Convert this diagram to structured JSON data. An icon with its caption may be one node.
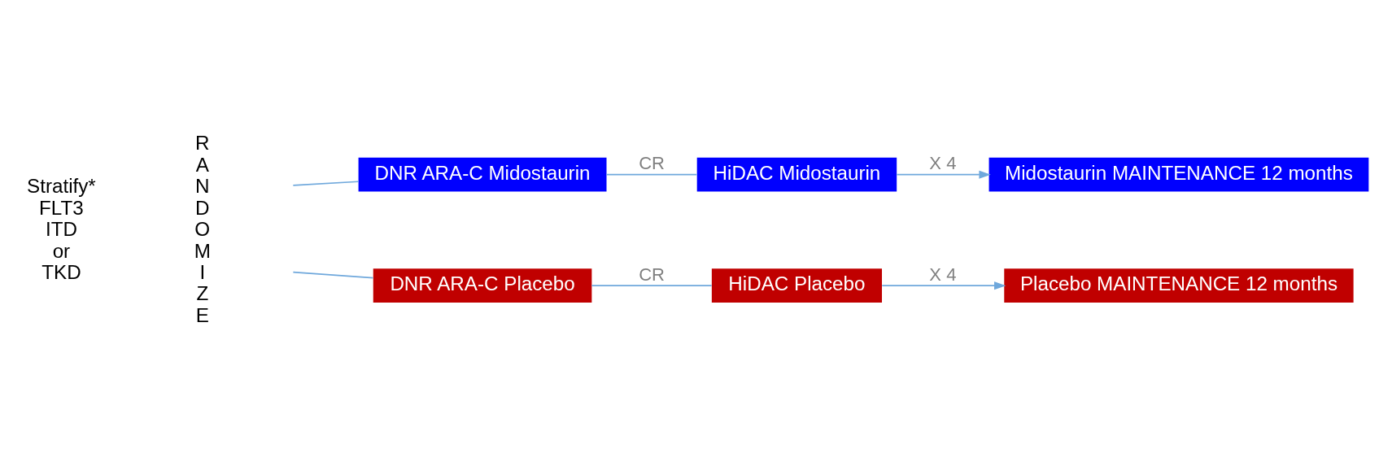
{
  "diagram": {
    "nodes": [
      {
        "text": [
          "DNR ARA-C Midostaurin"
        ]
      },
      {
        "text": [
          "HiDAC Midostaurin"
        ]
      },
      {
        "text": [
          "Midostaurin MAINTENANCE 12 months"
        ]
      },
      {
        "text": [
          "DNR ARA-C Placebo"
        ]
      },
      {
        "text": [
          "HiDAC Placebo"
        ]
      },
      {
        "text": [
          "Placebo MAINTENANCE 12 months"
        ]
      }
    ],
    "edges": [
      {
        "from": null,
        "to": 0,
        "arrow": "none"
      },
      {
        "from": 0,
        "to": 1,
        "arrow": "none",
        "label": "CR"
      },
      {
        "from": 1,
        "to": 2,
        "arrow": "to",
        "label": "X 4"
      },
      {
        "from": null,
        "to": 3,
        "arrow": "none"
      },
      {
        "from": 3,
        "to": 4,
        "arrow": "none",
        "label": "CR"
      },
      {
        "from": 4,
        "to": 5,
        "arrow": "to",
        "label": "X 4"
      }
    ],
    "labels": [
      "Stratify* FLT3 ITD or TKD",
      "RANDOMIZE"
    ]
  }
}
